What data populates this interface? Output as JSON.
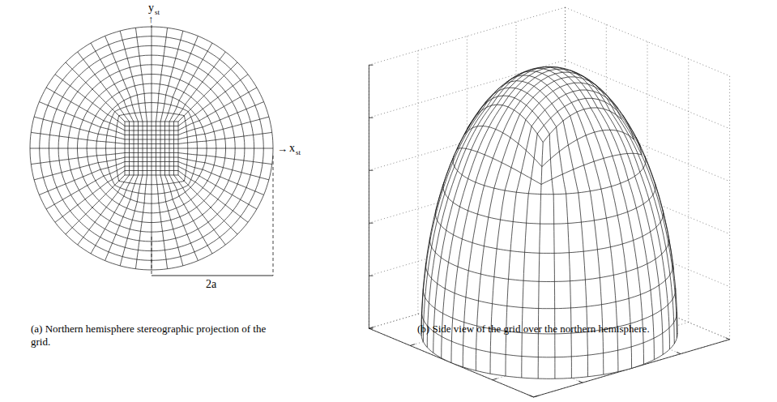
{
  "diagram": {
    "labels": [
      "y",
      "st",
      "↑",
      "→",
      "x",
      "st",
      "2a",
      "(a) Northern hemisphere stereographic projection of the grid.",
      "(b) Side view of the grid over the northern hemisphere."
    ]
  }
}
